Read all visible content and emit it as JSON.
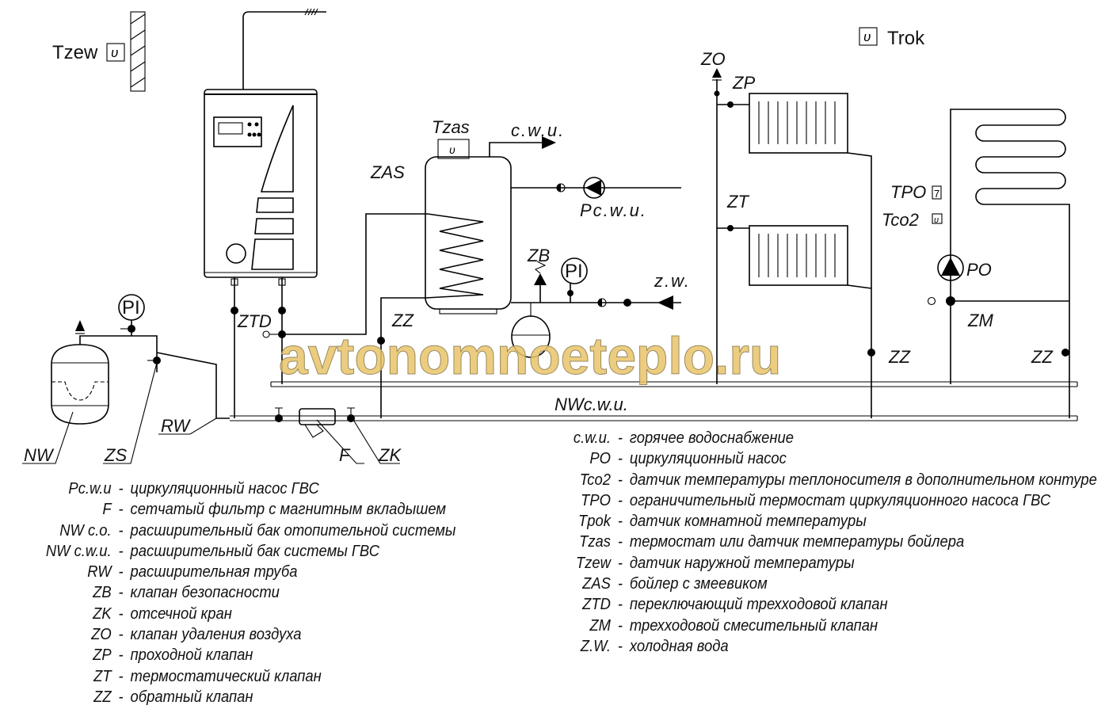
{
  "diagram": {
    "labels": {
      "tzew": "Tzew",
      "trok": "Trok",
      "tzas": "Tzas",
      "cwu": "c.w.u.",
      "zas": "ZAS",
      "pcwu": "Pc.w.u.",
      "zb": "ZB",
      "pi1": "PI",
      "pi2": "PI",
      "zw": "z.w.",
      "ztd": "ZTD",
      "zz1": "ZZ",
      "zz2": "ZZ",
      "zz3": "ZZ",
      "nwcwu": "NWc.w.u.",
      "nw": "NW",
      "zs": "ZS",
      "rw": "RW",
      "f": "F",
      "zk": "ZK",
      "zo": "ZO",
      "zp": "ZP",
      "zt": "ZT",
      "tpo": "TPO",
      "tco2": "Tco2",
      "po": "PO",
      "zm": "ZM",
      "sensor": "υ",
      "tpo_sym": "7"
    },
    "watermark": "avtonomnoeteplo.ru"
  },
  "legend_left": [
    {
      "key": "Pc.w.u",
      "text": "циркуляционный насос ГВС"
    },
    {
      "key": "F",
      "text": "сетчатый фильтр с магнитным вкладышем"
    },
    {
      "key": "NW c.o.",
      "text": "расширительный бак отопительной системы"
    },
    {
      "key": "NW c.w.u.",
      "text": "расширительный бак системы ГВС"
    },
    {
      "key": "RW",
      "text": "расширительная труба"
    },
    {
      "key": "ZB",
      "text": "клапан безопасности"
    },
    {
      "key": "ZK",
      "text": "отсечной кран"
    },
    {
      "key": "ZO",
      "text": "клапан удаления воздуха"
    },
    {
      "key": "ZP",
      "text": "проходной клапан"
    },
    {
      "key": "ZT",
      "text": "термостатический клапан"
    },
    {
      "key": "ZZ",
      "text": "обратный клапан"
    }
  ],
  "legend_right": [
    {
      "key": "c.w.u.",
      "text": "горячее водоснабжение"
    },
    {
      "key": "PO",
      "text": "циркуляционный насос"
    },
    {
      "key": "Tco2",
      "text": "датчик температуры теплоносителя в дополнительном контуре"
    },
    {
      "key": "TPO",
      "text": "ограничительный термостат циркуляционного насоса ГВС"
    },
    {
      "key": "Tpok",
      "text": "датчик комнатной температуры"
    },
    {
      "key": "Tzas",
      "text": "термостат или датчик температуры бойлера"
    },
    {
      "key": "Tzew",
      "text": "датчик наружной температуры"
    },
    {
      "key": "ZAS",
      "text": "бойлер с змеевиком"
    },
    {
      "key": "ZTD",
      "text": "переключающий трехходовой клапан"
    },
    {
      "key": "ZM",
      "text": "трехходовой смесительный клапан"
    },
    {
      "key": "Z.W.",
      "text": "холодная вода"
    }
  ],
  "legend_separator": "-"
}
